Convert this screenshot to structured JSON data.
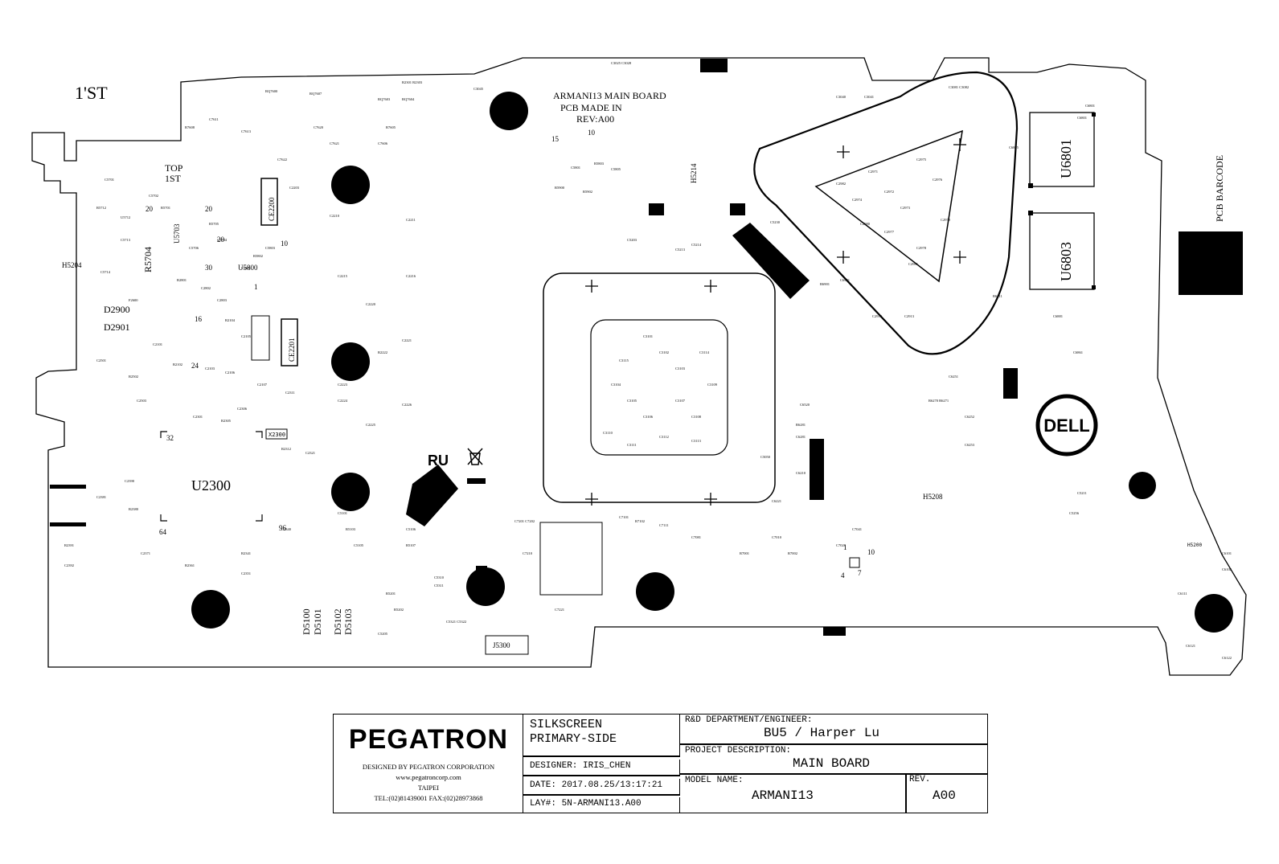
{
  "board": {
    "side_label": "1'ST",
    "top_label_1": "TOP",
    "top_label_2": "1ST",
    "board_title": "ARMANI13 MAIN BOARD",
    "pcb_made_in": "PCB MADE IN",
    "rev_label": "REV:A00",
    "barcode_label": "PCB BARCODE",
    "logo": "DELL",
    "components": {
      "u2300": "U2300",
      "u5800": "U5800",
      "u5703": "U5703",
      "u6801": "U6801",
      "u6803": "U6803",
      "ce2200": "CE2200",
      "ce2201": "CE2201",
      "j5300": "J5300",
      "x2300": "X2300",
      "h5204": "H5204",
      "h5214": "H5214",
      "h5208": "H5208",
      "h5200": "H5200",
      "d2901": "D2901",
      "d2900": "D2900",
      "r5704": "R5704",
      "d5100": "D5100",
      "d5101": "D5101",
      "d5102": "D5102",
      "d5103": "D5103"
    },
    "pin_numbers": {
      "p1": "1",
      "p10": "10",
      "p15": "15",
      "p20": "20",
      "p24": "24",
      "p30": "30",
      "p32": "32",
      "p64": "64",
      "p96": "96",
      "p4": "4",
      "p7": "7",
      "p16": "16"
    }
  },
  "title_block": {
    "company": "PEGATRON",
    "designed_by": "DESIGNED BY PEGATRON CORPORATION",
    "website": "www.pegatroncorp.com",
    "city": "TAIPEI",
    "contact": "TEL:(02)81439001  FAX:(02)28973868",
    "silkscreen": "SILKSCREEN",
    "side": "PRIMARY-SIDE",
    "designer": "DESIGNER: IRIS_CHEN",
    "date": "DATE: 2017.08.25/13:17:21",
    "lay": "LAY#: 5N-ARMANI13.A00",
    "rd_label": "R&D DEPARTMENT/ENGINEER:",
    "rd_value": "BU5 / Harper Lu",
    "project_label": "PROJECT DESCRIPTION:",
    "project_value": "MAIN BOARD",
    "model_label": "MODEL NAME:",
    "model_value": "ARMANI13",
    "rev_label": "REV.",
    "rev_value": "A00"
  }
}
